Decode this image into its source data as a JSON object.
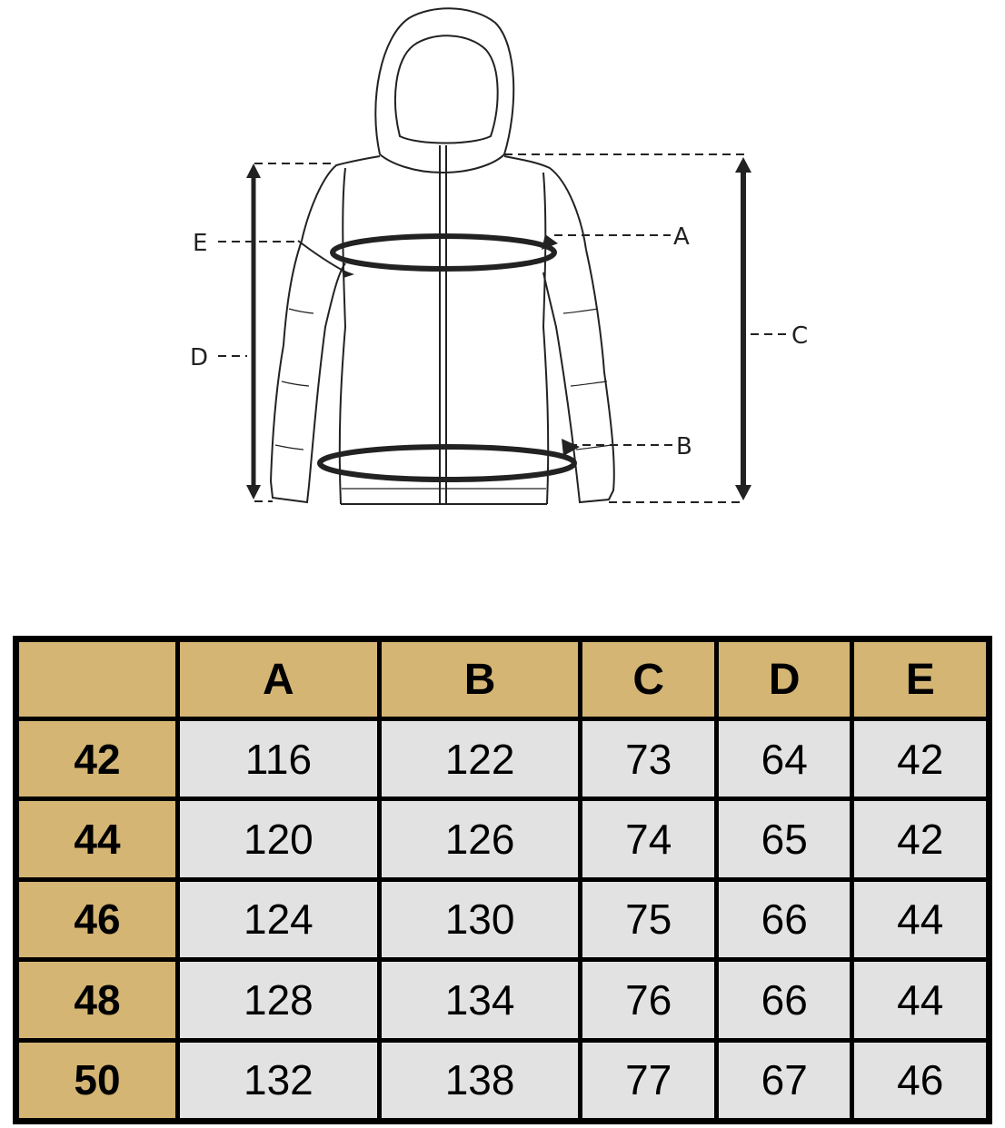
{
  "diagram": {
    "labels": {
      "A": "A",
      "B": "B",
      "C": "C",
      "D": "D",
      "E": "E"
    }
  },
  "table": {
    "columns": [
      "",
      "A",
      "B",
      "C",
      "D",
      "E"
    ],
    "rows": [
      {
        "size": "42",
        "values": [
          "116",
          "122",
          "73",
          "64",
          "42"
        ]
      },
      {
        "size": "44",
        "values": [
          "120",
          "126",
          "74",
          "65",
          "42"
        ]
      },
      {
        "size": "46",
        "values": [
          "124",
          "130",
          "75",
          "66",
          "44"
        ]
      },
      {
        "size": "48",
        "values": [
          "128",
          "134",
          "76",
          "66",
          "44"
        ]
      },
      {
        "size": "50",
        "values": [
          "132",
          "138",
          "77",
          "67",
          "46"
        ]
      }
    ],
    "colors": {
      "header": "#d4b574",
      "cell": "#e2e2e2",
      "border": "#000000"
    }
  }
}
